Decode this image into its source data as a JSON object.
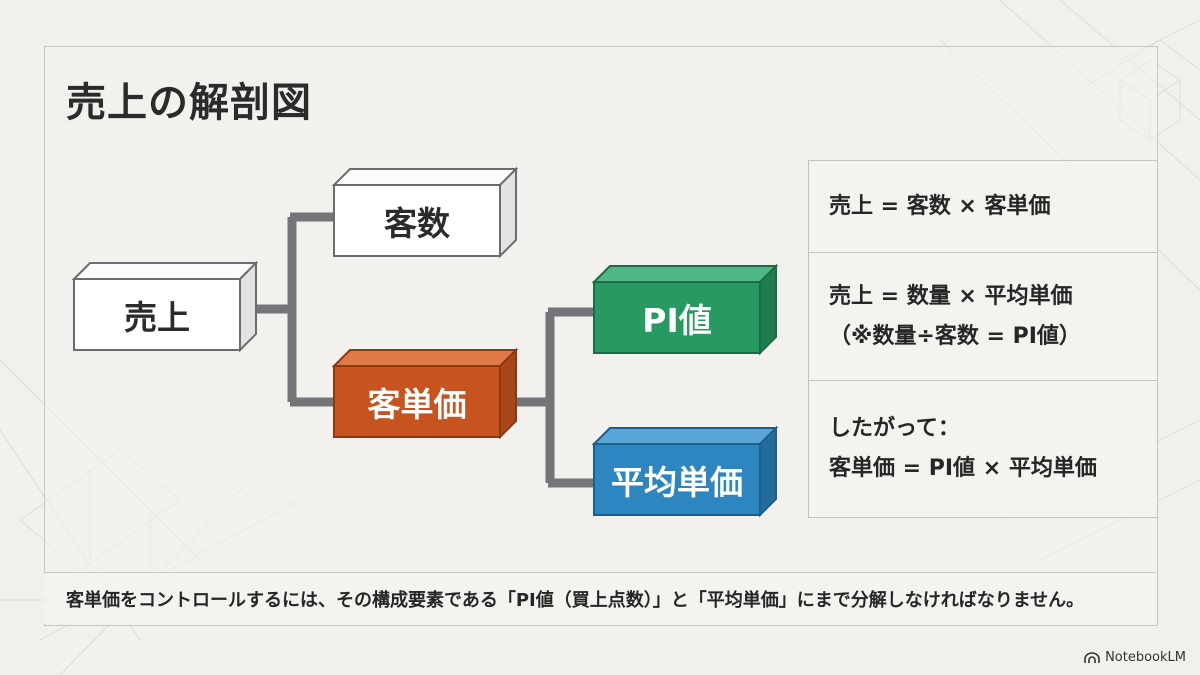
{
  "title": "売上の解剖図",
  "nodes": {
    "sales": "売上",
    "customers": "客数",
    "unit_price": "客単価",
    "pi": "PI値",
    "avg_price": "平均単価"
  },
  "colors": {
    "white_box": "#ffffff",
    "unit_price": "#c7531f",
    "pi": "#279a62",
    "avg_price": "#2d86c0",
    "connector": "#737578"
  },
  "equations": {
    "eq1": "売上 = 客数 × 客単価",
    "eq2_line1": "売上 = 数量 × 平均単価",
    "eq2_line2": "（※数量÷客数 = PI値）",
    "eq3_line1": "したがって：",
    "eq3_line2": "客単価 = PI値 × 平均単価"
  },
  "footer": "客単価をコントロールするには、その構成要素である「PI値（買上点数）」と「平均単価」にまで分解しなければなりません。",
  "brand": "NotebookLM"
}
